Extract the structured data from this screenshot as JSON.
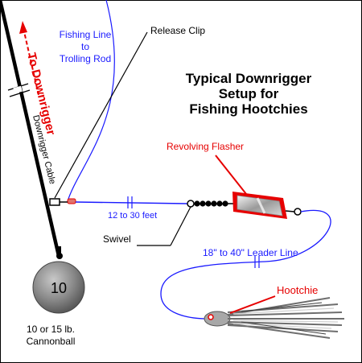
{
  "title": {
    "line1": "Typical Downrigger",
    "line2": "Setup for",
    "line3": "Fishing Hootchies"
  },
  "labels": {
    "fishing_line": "Fishing Line",
    "fishing_to": "to",
    "trolling_rod": "Trolling Rod",
    "release_clip": "Release Clip",
    "to_downrigger": "To Downrigger",
    "downrigger_cable": "Downrigger Cable",
    "revolving_flasher": "Revolving Flasher",
    "distance": "12 to 30 feet",
    "swivel": "Swivel",
    "leader_line": "18\" to 40\" Leader Line",
    "hootchie": "Hootchie",
    "cannonball_number": "10",
    "cannonball_weight": "10 or 15 lb.",
    "cannonball_name": "Cannonball"
  },
  "colors": {
    "line_blue": "#1a1aff",
    "accent_red": "#e60000",
    "cable_black": "#000000",
    "ball_gray": "#7f7f7f"
  }
}
